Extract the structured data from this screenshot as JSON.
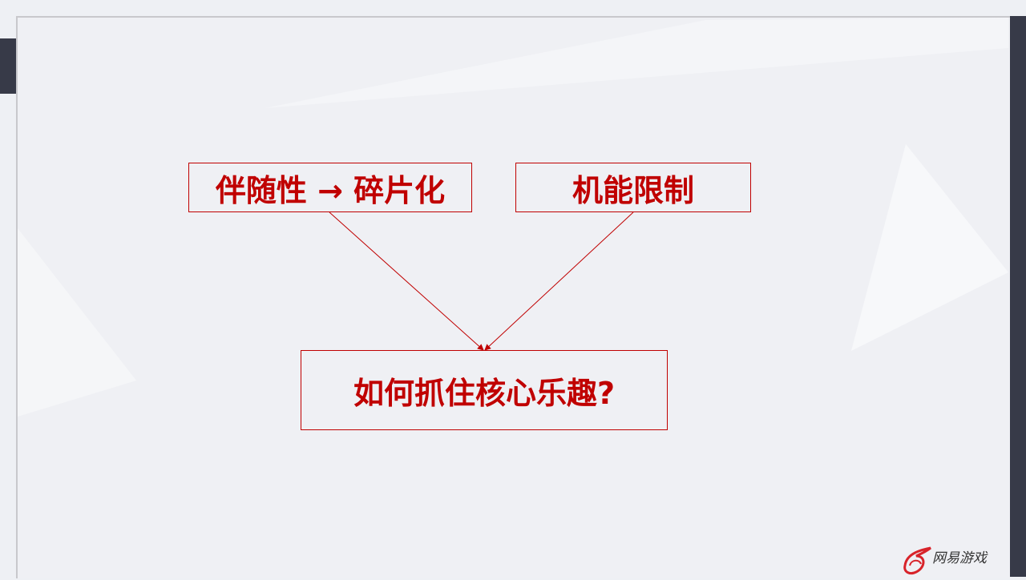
{
  "diagram": {
    "nodes": [
      {
        "id": "top-left",
        "label": "伴随性 → 碎片化"
      },
      {
        "id": "top-right",
        "label": "机能限制"
      },
      {
        "id": "bottom",
        "label": "如何抓住核心乐趣?"
      }
    ],
    "edges": [
      {
        "from": "top-left",
        "to": "bottom"
      },
      {
        "from": "top-right",
        "to": "bottom"
      }
    ],
    "accent_color": "#c00000"
  },
  "logo": {
    "text": "网易游戏"
  }
}
